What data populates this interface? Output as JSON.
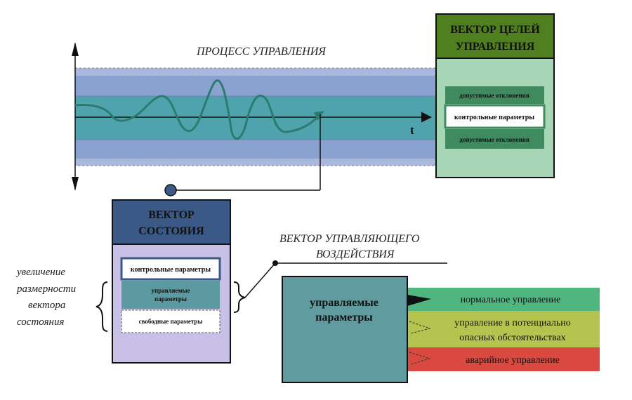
{
  "process": {
    "title": "ПРОЦЕСС УПРАВЛЕНИЯ",
    "axis_label": "t"
  },
  "goals": {
    "title_line1": "ВЕКТОР ЦЕЛЕЙ",
    "title_line2": "УПРАВЛЕНИЯ",
    "rows": [
      "допустимые отклонения",
      "контрольные параметры",
      "допустимые отклонения"
    ]
  },
  "state": {
    "title_line1": "ВЕКТОР",
    "title_line2": "СОСТОЯИЯ",
    "rows": [
      {
        "line1": "контрольные параметры",
        "line2": ""
      },
      {
        "line1": "управляемые",
        "line2": "параметры"
      },
      {
        "line1": "свободные параметры",
        "line2": ""
      }
    ]
  },
  "left_note": [
    "увеличение",
    "размерности",
    "вектора",
    "состояния"
  ],
  "control_vector": {
    "title_line1": "ВЕКТОР УПРАВЛЯЮЩЕГО",
    "title_line2": "ВОЗДЕЙСТВИЯ"
  },
  "controlled": {
    "label_line1": "управляемые",
    "label_line2": "параметры"
  },
  "modes": [
    {
      "line1": "нормальное управление",
      "line2": "",
      "color": "#4fb680"
    },
    {
      "line1": "управление в потенциально",
      "line2": "опасных обстоятельствах",
      "color": "#b5c44e"
    },
    {
      "line1": "аварийное управление",
      "line2": "",
      "color": "#d9493f"
    }
  ],
  "colors": {
    "band_outer": "#a6b4d8",
    "band_mid": "#8aa3cf",
    "band_core": "#4fa3ad",
    "wave": "#2f7a72",
    "goals_header": "#4f7f1f",
    "goals_body": "#a8d8b8",
    "goals_row": "#3f8a5f",
    "state_header": "#3c5a86",
    "state_body": "#c8c0e6",
    "teal": "#5a9aa0",
    "controlled_box": "#5f9b9f"
  }
}
